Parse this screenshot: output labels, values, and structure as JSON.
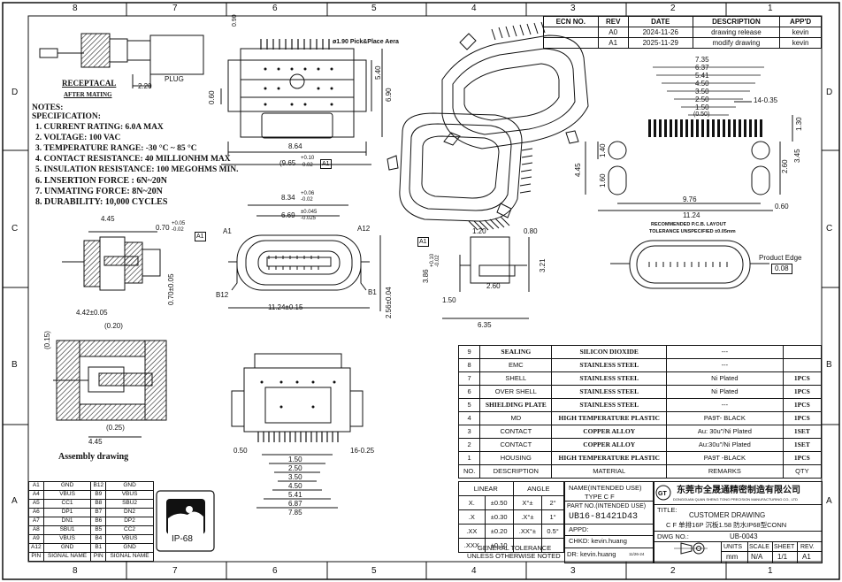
{
  "zones": {
    "cols": [
      "8",
      "7",
      "6",
      "5",
      "4",
      "3",
      "2",
      "1"
    ],
    "rows": [
      "D",
      "C",
      "B",
      "A"
    ]
  },
  "revision": {
    "headers": [
      "ECN NO.",
      "REV",
      "DATE",
      "DESCRIPTION",
      "APP'D"
    ],
    "rows": [
      {
        "ecn": "",
        "rev": "A0",
        "date": "2024-11-26",
        "desc": "drawing release",
        "app": "kevin"
      },
      {
        "ecn": "",
        "rev": "A1",
        "date": "2025-11-29",
        "desc": "modify drawing",
        "app": "kevin"
      }
    ]
  },
  "top_left": {
    "receptacal": "RECEPTACAL",
    "after_mating": "AFTER MATING",
    "plug": "PLUG",
    "dim_220": "2.20",
    "dim_090": "0.90"
  },
  "spec": {
    "heading1": "NOTES:",
    "heading2": "SPECIFICATION:",
    "items": [
      "1.  CURRENT RATING: 6.0A MAX",
      "2.  VOLTAGE: 100 VAC",
      "3.  TEMPERATURE RANGE: -30 °C ~ 85 °C",
      "4.  CONTACT RESISTANCE: 40 MILLIONHM MAX",
      "5.  INSULATION RESISTANCE: 100 MEGOHMS MIN.",
      "6.  LNSERTION FORCE : 6N~20N",
      "7.  UNMATING FORCE: 8N~20N",
      "8.  DURABILITY:    10,000  CYCLES"
    ]
  },
  "top_view": {
    "pick_place": "ø1.90 Pick&Place Aera",
    "w": "8.64",
    "tol": "(9.65",
    "tol_plus": "+0.10",
    "tol_minus": "-0.02",
    "h1": "5.40",
    "h2": "6.90",
    "l": "0.60",
    "tri": "A1"
  },
  "front_view": {
    "w1": "8.34",
    "w1p": "+0.06",
    "w1m": "-0.02",
    "w2": "6.69",
    "w2p": "±0.045",
    "w2m": "-0.025",
    "bottom": "11.24±0.15",
    "h": "2.56±0.04",
    "a1": "A1",
    "a12": "A12",
    "b12": "B12",
    "b1": "B1"
  },
  "side_view": {
    "w": "4.45",
    "d1": "0.70",
    "d1p": "+0.05",
    "d1m": "-0.02",
    "h": "0.70±0.05",
    "tri": "A1"
  },
  "assembly": {
    "w": "4.42±0.05",
    "d1": "(0.20)",
    "d2": "(0.15)",
    "d3": "(0.25)",
    "w2": "4.45",
    "label": "Assembly drawing"
  },
  "bottom_view": {
    "l": "0.50",
    "r": "16-0.25",
    "dims": [
      "1.50",
      "2.50",
      "3.50",
      "4.50",
      "5.41",
      "6.87",
      "7.85"
    ]
  },
  "small_side": {
    "d1": "1.20",
    "d2": "0.80",
    "h1": "3.21",
    "h2": "3.86",
    "h2p": "+0.10",
    "h2m": "-0.02",
    "w1": "2.60",
    "w2": "1.50",
    "w3": "6.35",
    "tri": "A1"
  },
  "pcb": {
    "dims": [
      "7.35",
      "6.37",
      "5.41",
      "4.50",
      "3.50",
      "2.50",
      "1.50",
      "(0.50)"
    ],
    "pitch": "14-0.35",
    "v1": "1.30",
    "v2": "1.40",
    "v3": "1.60",
    "v4": "4.45",
    "v5": "2.60",
    "v6": "3.45",
    "w1": "9.76",
    "w2": "11.24",
    "r": "0.60",
    "title": "RECOMMENDED P.C.B. LAYOUT",
    "tol": "TOLERANCE UNSPECIFIED ±0.05mm"
  },
  "product_edge": {
    "label": "Product Edge",
    "tol": "0.08"
  },
  "bom": {
    "headers": [
      "NO.",
      "DESCRIPTION",
      "MATERIAL",
      "REMARKS",
      "QTY"
    ],
    "rows": [
      {
        "no": "9",
        "desc": "SEALING",
        "mat": "SILICON DIOXIDE",
        "rem": "---",
        "qty": ""
      },
      {
        "no": "8",
        "desc": "EMC",
        "mat": "STAINLESS STEEL",
        "rem": "---",
        "qty": ""
      },
      {
        "no": "7",
        "desc": "SHELL",
        "mat": "STAINLESS STEEL",
        "rem": "Ni Plated",
        "qty": "1PCS"
      },
      {
        "no": "6",
        "desc": "OVER SHELL",
        "mat": "STAINLESS STEEL",
        "rem": "Ni Plated",
        "qty": "1PCS"
      },
      {
        "no": "5",
        "desc": "SHIELDING PLATE",
        "mat": "STAINLESS STEEL",
        "rem": "---",
        "qty": "1PCS"
      },
      {
        "no": "4",
        "desc": "MD",
        "mat": "HIGH TEMPERATURE PLASTIC",
        "rem": "PA9T- BLACK",
        "qty": "1PCS"
      },
      {
        "no": "3",
        "desc": "CONTACT",
        "mat": "COPPER ALLOY",
        "rem": "Au: 30u\"/Ni Plated",
        "qty": "1SET"
      },
      {
        "no": "2",
        "desc": "CONTACT",
        "mat": "COPPER ALLOY",
        "rem": "Au:30u\"/Ni Plated",
        "qty": "1SET"
      },
      {
        "no": "1",
        "desc": "HOUSING",
        "mat": "HIGH TEMPERATURE PLASTIC",
        "rem": "PA9T -BLACK",
        "qty": "1PCS"
      }
    ]
  },
  "pins": {
    "rows": [
      [
        "A1",
        "GND",
        "B12",
        "GND"
      ],
      [
        "A4",
        "VBUS",
        "B9",
        "VBUS"
      ],
      [
        "A5",
        "CC1",
        "B8",
        "SBU2"
      ],
      [
        "A6",
        "DP1",
        "B7",
        "DN2"
      ],
      [
        "A7",
        "DN1",
        "B6",
        "DP2"
      ],
      [
        "A8",
        "SBU1",
        "B5",
        "CC2"
      ],
      [
        "A9",
        "VBUS",
        "B4",
        "VBUS"
      ],
      [
        "A12",
        "GND",
        "B1",
        "GND"
      ]
    ],
    "footer": [
      "PIN",
      "SIGNAL NAME",
      "PIN",
      "SIGNAL NAME"
    ]
  },
  "ip_badge": "IP-68",
  "title_block": {
    "linear": "LINEAR",
    "angle": "ANGLE",
    "tol_rows": [
      [
        "X.",
        "±0.50",
        "X°±",
        "2°"
      ],
      [
        ".X",
        "±0.30",
        ".X°±",
        "1°"
      ],
      [
        ".XX",
        "±0.20",
        ".XX°±",
        "0.5°"
      ],
      [
        ".XXX",
        "±0.10",
        "",
        ""
      ]
    ],
    "gen_tol1": "GENERAL TOLERANCE",
    "gen_tol2": "UNLESS OTHERWISE NOTED",
    "name_label": "NAME(INTENDED USE)",
    "name_value": "TYPE C F",
    "part_label": "PART NO.(INTENDED USE)",
    "part_value": "UB16-81421D43",
    "appd": "APPD:",
    "chkd": "CHKD:  kevin.huang",
    "dr": "DR: kevin.huang",
    "dr_date": "11/26-24",
    "company_cn": "东莞市全晟通精密制造有限公司",
    "company_en": "DONGGUAN QUAN SHENG TONG PRECISION MANUFACTURING CO., LTD",
    "title_label": "TITLE:",
    "title_value": "CUSTOMER DRAWING",
    "desc": "C F 单排16P 沉板1.58 防水IP68型CONN",
    "dwg_label": "DWG NO.:",
    "dwg_value": "UB-0043",
    "units_h": "UNITS",
    "scale_h": "SCALE",
    "sheet_h": "SHEET",
    "rev_h": "REV.",
    "units": "mm",
    "scale": "N/A",
    "sheet": "1/1",
    "rev": "A1"
  }
}
